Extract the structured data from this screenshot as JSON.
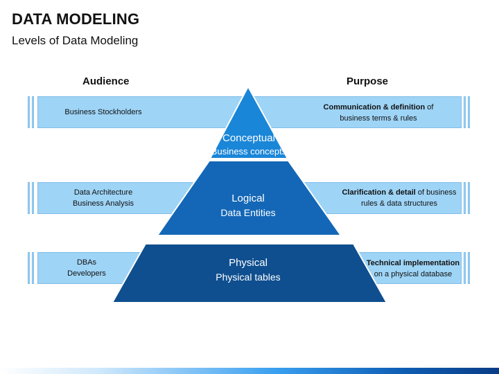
{
  "header": {
    "title": "DATA MODELING",
    "subtitle": "Levels of Data Modeling"
  },
  "columns": {
    "audience": "Audience",
    "purpose": "Purpose"
  },
  "levels": [
    {
      "name": "Conceptual",
      "detail": "Business concepts",
      "color": "#1a86d8",
      "audience": [
        "Business Stockholders"
      ],
      "purpose_bold": "Communication & definition",
      "purpose_rest1": " of",
      "purpose_line2": "business terms & rules"
    },
    {
      "name": "Logical",
      "detail": "Data Entities",
      "color": "#1467b6",
      "audience": [
        "Data Architecture",
        "Business Analysis"
      ],
      "purpose_bold": "Clarification & detail",
      "purpose_rest1": " of business",
      "purpose_line2": "rules & data structures"
    },
    {
      "name": "Physical",
      "detail": "Physical tables",
      "color": "#0f4f8f",
      "audience": [
        "DBAs",
        "Developers"
      ],
      "purpose_bold": "Technical implementation",
      "purpose_rest1": "",
      "purpose_line2": "on a physical database"
    }
  ]
}
